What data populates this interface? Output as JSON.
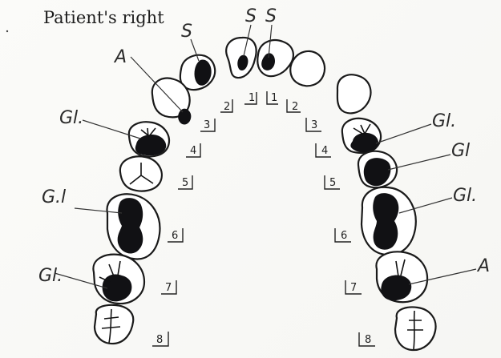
{
  "title": "Patient's right",
  "annotations": {
    "s_left": "S",
    "s_mid1": "S",
    "s_mid2": "S",
    "a_upper": "A",
    "gl_left_upper": "Gl.",
    "gl_left_mid": "G.l",
    "gl_left_lower": "Gl.",
    "gl_right_1": "Gl.",
    "gl_right_2": "Gl",
    "gl_right_3": "Gl.",
    "a_right": "A"
  },
  "teeth": {
    "right": [
      "1",
      "2",
      "3",
      "4",
      "5",
      "6",
      "7",
      "8"
    ],
    "left": [
      "1",
      "2",
      "3",
      "4",
      "5",
      "6",
      "7",
      "8"
    ]
  }
}
